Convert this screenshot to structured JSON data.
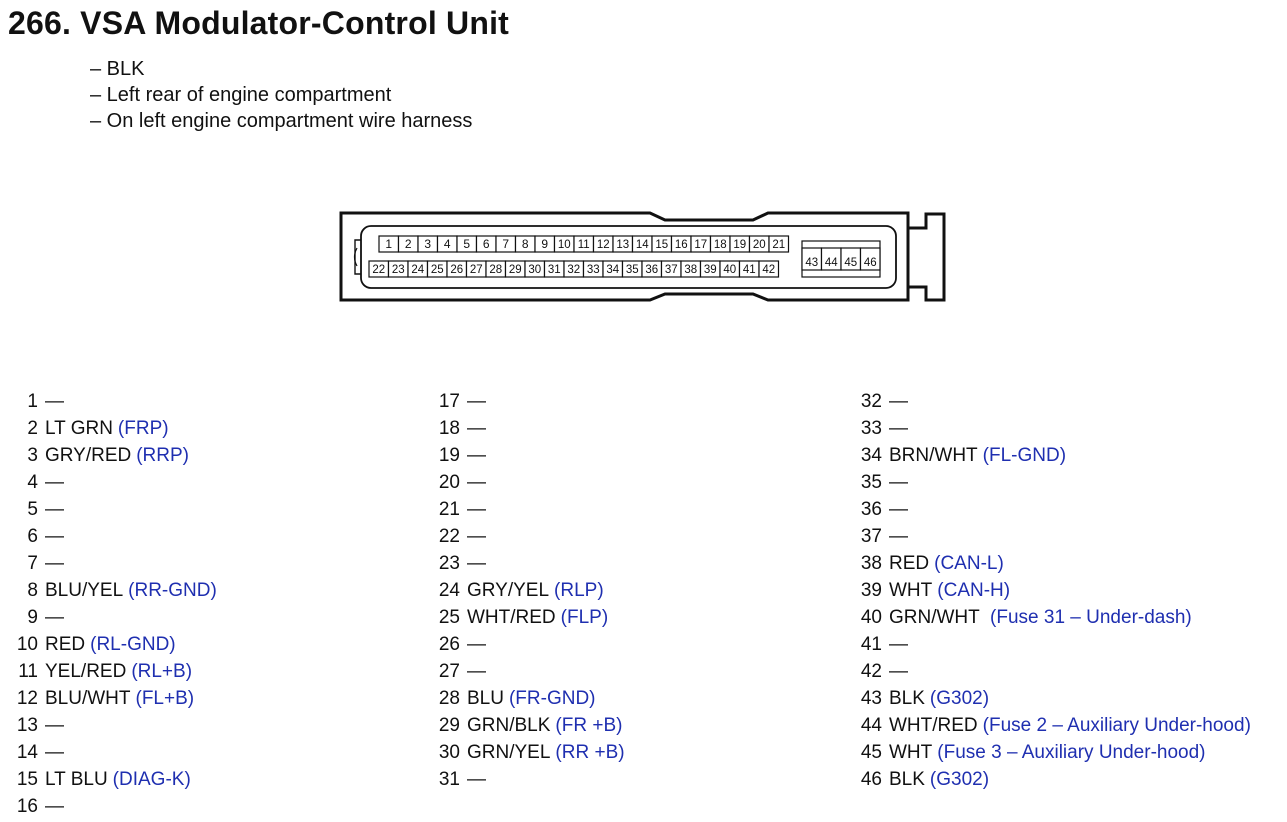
{
  "title": "266. VSA Modulator-Control Unit",
  "details": [
    "– BLK",
    "– Left rear of engine compartment",
    "– On left engine compartment wire harness"
  ],
  "connector": {
    "row_top": [
      "1",
      "2",
      "3",
      "4",
      "5",
      "6",
      "7",
      "8",
      "9",
      "10",
      "11",
      "12",
      "13",
      "14",
      "15",
      "16",
      "17",
      "18",
      "19",
      "20",
      "21"
    ],
    "row_bottom": [
      "22",
      "23",
      "24",
      "25",
      "26",
      "27",
      "28",
      "29",
      "30",
      "31",
      "32",
      "33",
      "34",
      "35",
      "36",
      "37",
      "38",
      "39",
      "40",
      "41",
      "42"
    ],
    "block": [
      "43",
      "44",
      "45",
      "46"
    ]
  },
  "columns": [
    [
      {
        "pin": "1",
        "wire": "—",
        "circuit": ""
      },
      {
        "pin": "2",
        "wire": "LT GRN",
        "circuit": "(FRP)"
      },
      {
        "pin": "3",
        "wire": "GRY/RED",
        "circuit": "(RRP)"
      },
      {
        "pin": "4",
        "wire": "—",
        "circuit": ""
      },
      {
        "pin": "5",
        "wire": "—",
        "circuit": ""
      },
      {
        "pin": "6",
        "wire": "—",
        "circuit": ""
      },
      {
        "pin": "7",
        "wire": "—",
        "circuit": ""
      },
      {
        "pin": "8",
        "wire": "BLU/YEL",
        "circuit": "(RR-GND)"
      },
      {
        "pin": "9",
        "wire": "—",
        "circuit": ""
      },
      {
        "pin": "10",
        "wire": "RED",
        "circuit": "(RL-GND)"
      },
      {
        "pin": "11",
        "wire": "YEL/RED",
        "circuit": "(RL+B)"
      },
      {
        "pin": "12",
        "wire": "BLU/WHT",
        "circuit": "(FL+B)"
      },
      {
        "pin": "13",
        "wire": "—",
        "circuit": ""
      },
      {
        "pin": "14",
        "wire": "—",
        "circuit": ""
      },
      {
        "pin": "15",
        "wire": "LT BLU",
        "circuit": "(DIAG-K)"
      },
      {
        "pin": "16",
        "wire": "—",
        "circuit": ""
      }
    ],
    [
      {
        "pin": "17",
        "wire": "—",
        "circuit": ""
      },
      {
        "pin": "18",
        "wire": "—",
        "circuit": ""
      },
      {
        "pin": "19",
        "wire": "—",
        "circuit": ""
      },
      {
        "pin": "20",
        "wire": "—",
        "circuit": ""
      },
      {
        "pin": "21",
        "wire": "—",
        "circuit": ""
      },
      {
        "pin": "22",
        "wire": "—",
        "circuit": ""
      },
      {
        "pin": "23",
        "wire": "—",
        "circuit": ""
      },
      {
        "pin": "24",
        "wire": "GRY/YEL",
        "circuit": "(RLP)"
      },
      {
        "pin": "25",
        "wire": "WHT/RED",
        "circuit": "(FLP)"
      },
      {
        "pin": "26",
        "wire": "—",
        "circuit": ""
      },
      {
        "pin": "27",
        "wire": "—",
        "circuit": ""
      },
      {
        "pin": "28",
        "wire": "BLU",
        "circuit": "(FR-GND)"
      },
      {
        "pin": "29",
        "wire": "GRN/BLK",
        "circuit": "(FR +B)"
      },
      {
        "pin": "30",
        "wire": "GRN/YEL",
        "circuit": "(RR +B)"
      },
      {
        "pin": "31",
        "wire": "—",
        "circuit": ""
      }
    ],
    [
      {
        "pin": "32",
        "wire": "—",
        "circuit": ""
      },
      {
        "pin": "33",
        "wire": "—",
        "circuit": ""
      },
      {
        "pin": "34",
        "wire": "BRN/WHT",
        "circuit": "(FL-GND)"
      },
      {
        "pin": "35",
        "wire": "—",
        "circuit": ""
      },
      {
        "pin": "36",
        "wire": "—",
        "circuit": ""
      },
      {
        "pin": "37",
        "wire": "—",
        "circuit": ""
      },
      {
        "pin": "38",
        "wire": "RED",
        "circuit": "(CAN-L)"
      },
      {
        "pin": "39",
        "wire": "WHT",
        "circuit": "(CAN-H)"
      },
      {
        "pin": "40",
        "wire": "GRN/WHT",
        "circuit": " (Fuse 31 – Under-dash)"
      },
      {
        "pin": "41",
        "wire": "—",
        "circuit": ""
      },
      {
        "pin": "42",
        "wire": "—",
        "circuit": ""
      },
      {
        "pin": "43",
        "wire": "BLK",
        "circuit": "(G302)"
      },
      {
        "pin": "44",
        "wire": "WHT/RED",
        "circuit": "(Fuse 2 – Auxiliary Under-hood)"
      },
      {
        "pin": "45",
        "wire": "WHT",
        "circuit": "(Fuse 3 – Auxiliary Under-hood)"
      },
      {
        "pin": "46",
        "wire": "BLK",
        "circuit": "(G302)"
      }
    ]
  ],
  "colors": {
    "text": "#111111",
    "circuit": "#1f2fb0",
    "outline": "#111111"
  }
}
